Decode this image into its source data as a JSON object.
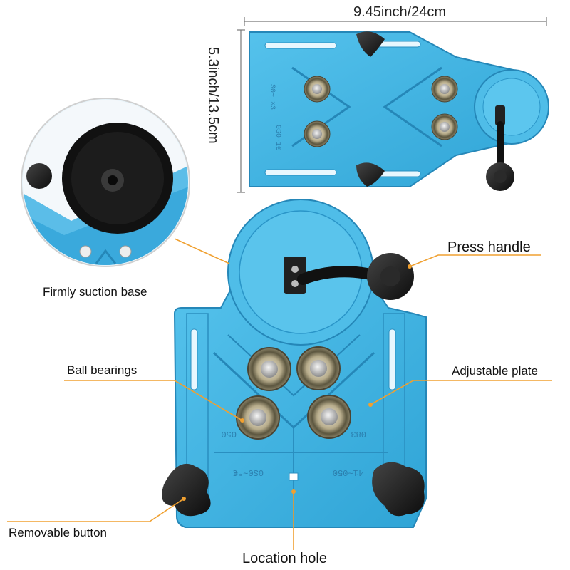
{
  "dimensions": {
    "width": "9.45inch/24cm",
    "height": "5.3inch/13.5cm"
  },
  "callouts": {
    "suction_base": "Firmly suction base",
    "press_handle": "Press handle",
    "ball_bearings": "Ball bearings",
    "adjustable_plate": "Adjustable plate",
    "removable_button": "Removable button",
    "location_hole": "Location hole"
  },
  "plate_markings": {
    "top_left": "S0~ ×3",
    "top_right": "0S0~1€",
    "bottom_left": "050",
    "bottom_mid": "0S0~°€",
    "bottom_right": "41~050",
    "bottom_r2": "083"
  },
  "colors": {
    "plate": "#3fb4e4",
    "plate_dark": "#2a95c8",
    "plate_light": "#7fd0f0",
    "accent_orange": "#f0a030",
    "knob": "#1a1a1a"
  }
}
